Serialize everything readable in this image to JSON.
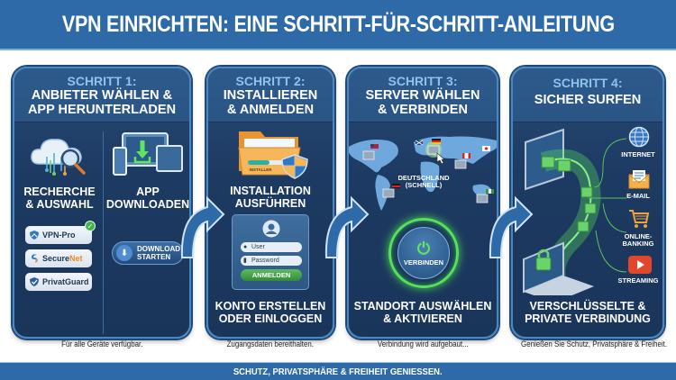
{
  "header": {
    "title": "VPN EINRICHTEN: EINE SCHRITT-FÜR-SCHRITT-ANLEITUNG"
  },
  "footer": {
    "text": "SCHUTZ, PRIVATSPHÄRE & FREIHEIT GENIESSEN."
  },
  "colors": {
    "header_bg": "#2e6aa8",
    "panel_bg": "#1d3a62",
    "accent_green": "#57e05c",
    "step_label": "#8fc3ec"
  },
  "steps": [
    {
      "label": "SCHRITT 1:",
      "title_line1": "ANBIETER WÄHLEN &",
      "title_line2": "APP HERUNTERLADEN",
      "left_caption_1": "RECHERCHE",
      "left_caption_2": "& AUSWAHL",
      "right_caption_1": "APP",
      "right_caption_2": "DOWNLOADEN",
      "vendors": [
        {
          "name": "VPN-Pro",
          "selected": true
        },
        {
          "name_a": "Secure",
          "name_b": "Net"
        },
        {
          "name": "PrivatGuard"
        }
      ],
      "download_button_1": "DOWNLOAD",
      "download_button_2": "STARTEN",
      "note": "Für alle Geräte verfügbar."
    },
    {
      "label": "SCHRITT 2:",
      "title_line1": "INSTALLIEREN",
      "title_line2": "& ANMELDEN",
      "installer_label": "INSTALLER",
      "caption_top_1": "INSTALLATION",
      "caption_top_2": "AUSFÜHREN",
      "login": {
        "user_placeholder": "User",
        "password_placeholder": "Password",
        "button": "ANMELDEN"
      },
      "caption_bottom_1": "KONTO ERSTELLEN",
      "caption_bottom_2": "ODER EINLOGGEN",
      "note": "Zugangsdaten bereithalten."
    },
    {
      "label": "SCHRITT 3:",
      "title_line1": "SERVER WÄHLEN",
      "title_line2": "& VERBINDEN",
      "map_label_1": "DEUTSCHLAND",
      "map_label_2": "(SCHNELL)",
      "connect_button": "VERBINDEN",
      "caption_1": "STANDORT AUSWÄHLEN",
      "caption_2": "& AKTIVIEREN",
      "note": "Verbindung wird aufgebaut..."
    },
    {
      "label": "SCHRITT 4:",
      "title_line1": "SICHER SURFEN",
      "services": [
        {
          "name": "INTERNET",
          "icon": "globe-icon"
        },
        {
          "name": "E-MAIL",
          "icon": "envelope-icon"
        },
        {
          "name_1": "ONLINE-",
          "name_2": "BANKING",
          "icon": "shopping-cart-icon"
        },
        {
          "name": "STREAMING",
          "icon": "play-icon"
        }
      ],
      "caption_1": "VERSCHLÜSSELTE &",
      "caption_2": "PRIVATE VERBINDUNG",
      "note": "Genießen Sie Schutz, Privatsphäre & Freiheit."
    }
  ]
}
